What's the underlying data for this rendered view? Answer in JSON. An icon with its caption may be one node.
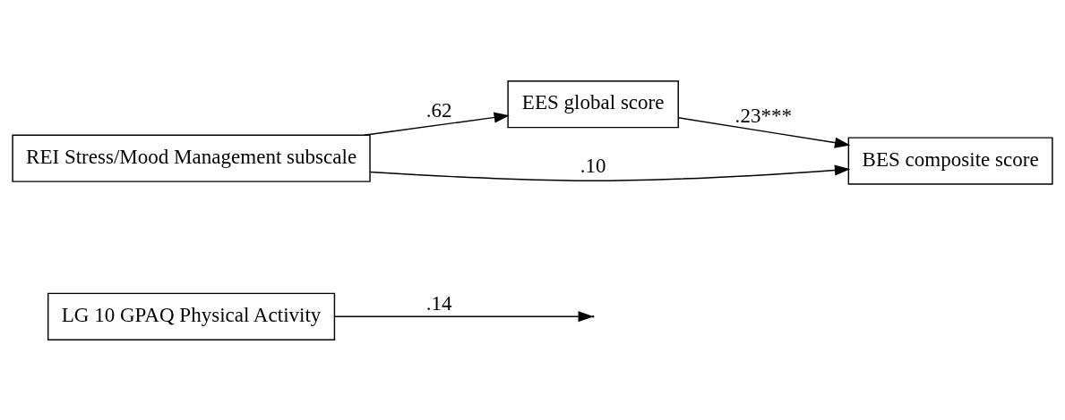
{
  "diagram": {
    "nodes": [
      {
        "text": [
          "LG 10 GPAQ Physical Activity"
        ]
      },
      {
        "text": [
          "EES global score"
        ]
      },
      {
        "text": [
          "REI Stress/Mood Management subscale"
        ]
      },
      {
        "text": [
          "BES composite score"
        ]
      }
    ],
    "edges": [
      {
        "from": 0,
        "to": null,
        "arrow": "to",
        "label": ".14"
      },
      {
        "from": 2,
        "to": 1,
        "arrow": "to",
        "label": ".62"
      },
      {
        "from": 1,
        "to": 3,
        "arrow": "to",
        "label": ".23***"
      },
      {
        "from": 2,
        "to": 3,
        "arrow": "to",
        "label": ".10"
      }
    ]
  }
}
